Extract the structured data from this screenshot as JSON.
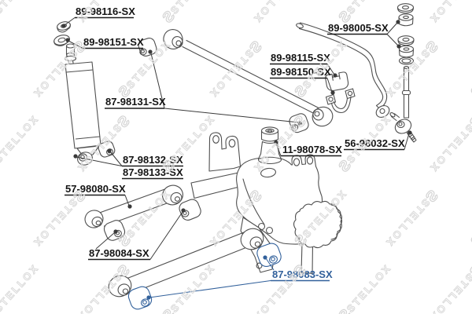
{
  "watermark": {
    "logo": "Ƨ",
    "text": "STELLOX"
  },
  "colors": {
    "background": "#ffffff",
    "line": "#4f4f4f",
    "label_text": "#141414",
    "highlight": "#31609b",
    "watermark": "#dadada"
  },
  "part_labels": [
    {
      "text": "89-98116-SX",
      "part": "shock-top-washer",
      "highlighted": false
    },
    {
      "text": "89-98151-SX",
      "part": "shock-top-bushing",
      "highlighted": false
    },
    {
      "text": "89-98005-SX",
      "part": "link-mount-bushing-kit",
      "highlighted": false
    },
    {
      "text": "89-98115-SX",
      "part": "stabilizer-bushing",
      "highlighted": false
    },
    {
      "text": "89-98150-SX",
      "part": "stabilizer-bracket",
      "highlighted": false
    },
    {
      "text": "87-98131-SX",
      "part": "upper-arm-bushing",
      "highlighted": false
    },
    {
      "text": "56-98032-SX",
      "part": "stabilizer-link",
      "highlighted": false
    },
    {
      "text": "11-98078-SX",
      "part": "bump-stop",
      "highlighted": false
    },
    {
      "text": "87-98132-SX",
      "part": "shock-lower-bushing",
      "highlighted": false
    },
    {
      "text": "87-98133-SX",
      "part": "shock-lower-bushing-alt",
      "highlighted": false
    },
    {
      "text": "57-98080-SX",
      "part": "control-rod",
      "highlighted": false
    },
    {
      "text": "87-98084-SX",
      "part": "rod-bushing",
      "highlighted": false
    },
    {
      "text": "87-98083-SX",
      "part": "lower-arm-bushing",
      "highlighted": true
    }
  ]
}
